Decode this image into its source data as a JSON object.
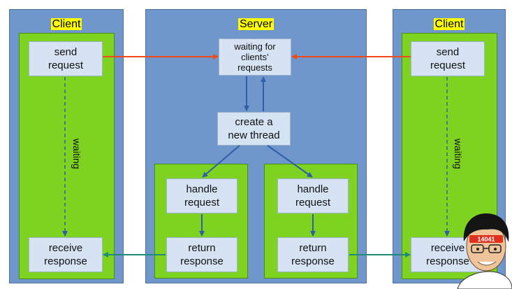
{
  "colors": {
    "column": "#6f97cc",
    "inner": "#7ed321",
    "box": "#d6e3f2",
    "highlight": "#ffff00",
    "request_arrow": "#f04a1a",
    "response_arrow": "#1f8a78",
    "flow_arrow": "#2f5fa8"
  },
  "left_client": {
    "title": "Client",
    "send_line1": "send",
    "send_line2": "request",
    "waiting": "waiting",
    "receive_line1": "receive",
    "receive_line2": "response"
  },
  "server": {
    "title": "Server",
    "wait_line1": "waiting for",
    "wait_line2": "clients’",
    "wait_line3": "requests",
    "create_line1": "create a",
    "create_line2": "new thread",
    "left_thread": {
      "handle_line1": "handle",
      "handle_line2": "request",
      "return_line1": "return",
      "return_line2": "response"
    },
    "right_thread": {
      "handle_line1": "handle",
      "handle_line2": "request",
      "return_line1": "return",
      "return_line2": "response"
    }
  },
  "right_client": {
    "title": "Client",
    "send_line1": "send",
    "send_line2": "request",
    "waiting": "waiting",
    "receive_line1": "receive",
    "receive_line2": "response"
  },
  "avatar": {
    "icon": "cartoon-face-avatar-icon",
    "badge": "14041"
  }
}
